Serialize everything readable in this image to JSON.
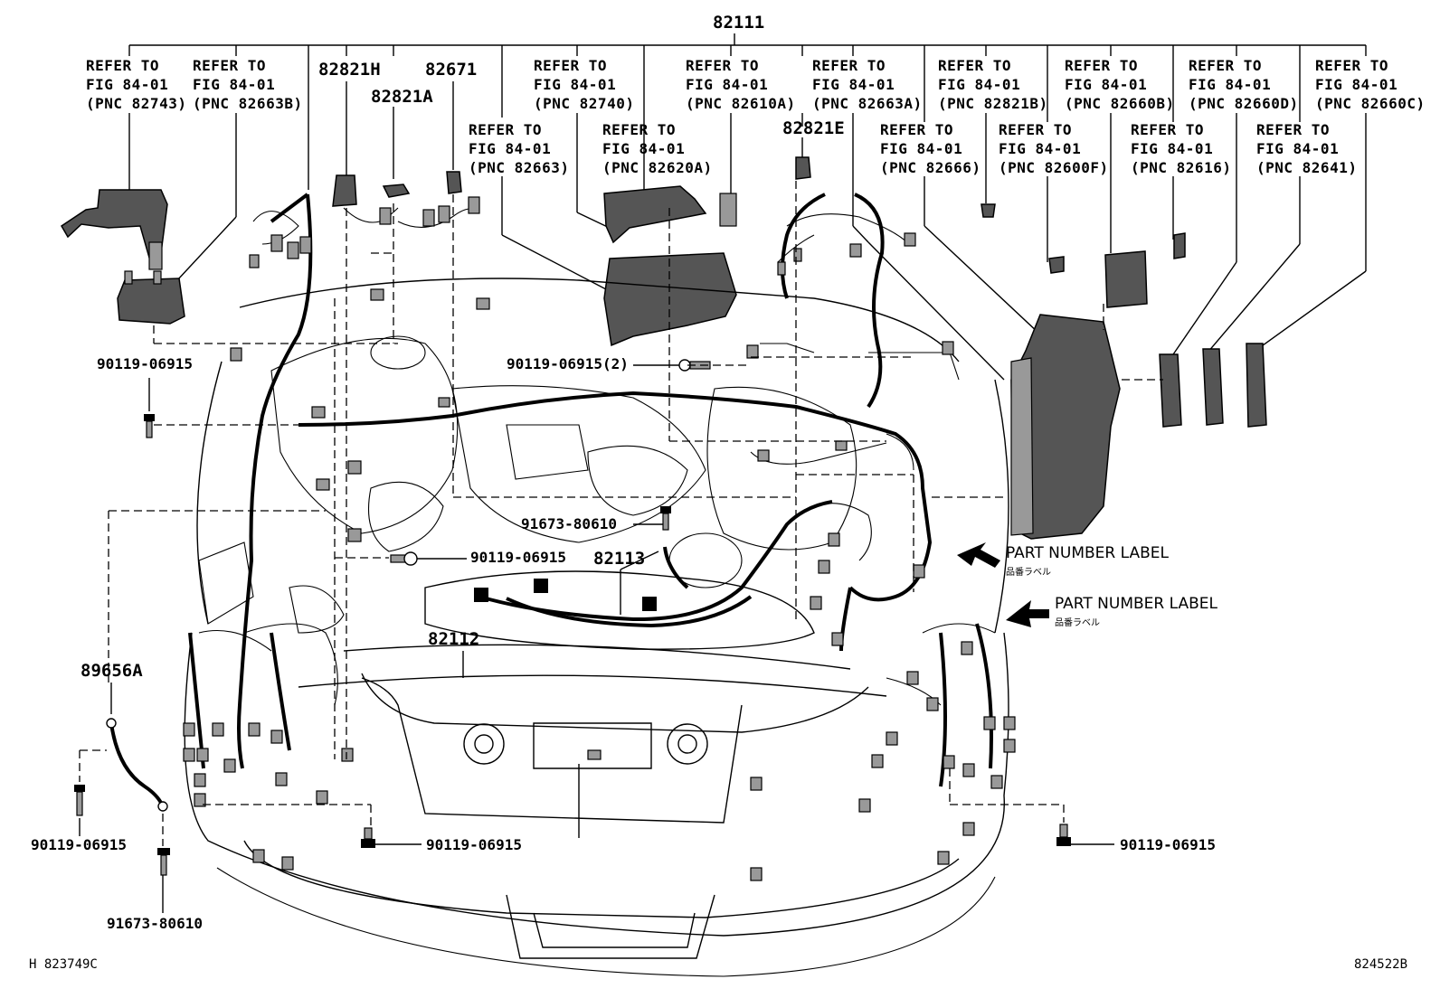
{
  "diagram": {
    "main_part": "82111",
    "refer_labels": [
      {
        "line1": "REFER TO",
        "line2": "FIG 84-01",
        "line3": "(PNC 82743)"
      },
      {
        "line1": "REFER TO",
        "line2": "FIG 84-01",
        "line3": "(PNC 82663B)"
      },
      {
        "line1": "REFER TO",
        "line2": "FIG 84-01",
        "line3": "(PNC 82740)"
      },
      {
        "line1": "REFER TO",
        "line2": "FIG 84-01",
        "line3": "(PNC 82610A)"
      },
      {
        "line1": "REFER TO",
        "line2": "FIG 84-01",
        "line3": "(PNC 82663A)"
      },
      {
        "line1": "REFER TO",
        "line2": "FIG 84-01",
        "line3": "(PNC 82821B)"
      },
      {
        "line1": "REFER TO",
        "line2": "FIG 84-01",
        "line3": "(PNC 82660B)"
      },
      {
        "line1": "REFER TO",
        "line2": "FIG 84-01",
        "line3": "(PNC 82660D)"
      },
      {
        "line1": "REFER TO",
        "line2": "FIG 84-01",
        "line3": "(PNC 82660C)"
      },
      {
        "line1": "REFER TO",
        "line2": "FIG 84-01",
        "line3": "(PNC 82663)"
      },
      {
        "line1": "REFER TO",
        "line2": "FIG 84-01",
        "line3": "(PNC 82620A)"
      },
      {
        "line1": "REFER TO",
        "line2": "FIG 84-01",
        "line3": "(PNC 82666)"
      },
      {
        "line1": "REFER TO",
        "line2": "FIG 84-01",
        "line3": "(PNC 82600F)"
      },
      {
        "line1": "REFER TO",
        "line2": "FIG 84-01",
        "line3": "(PNC 82616)"
      },
      {
        "line1": "REFER TO",
        "line2": "FIG 84-01",
        "line3": "(PNC 82641)"
      }
    ],
    "part_numbers": {
      "p82821H": "82821H",
      "p82671": "82671",
      "p82821A": "82821A",
      "p82821E": "82821E",
      "p82113": "82113",
      "p82112": "82112",
      "p89656A": "89656A"
    },
    "standard_parts": {
      "s1": "90119-06915",
      "s2": "90119-06915(2)",
      "s3": "91673-80610",
      "s4": "90119-06915",
      "s5": "90119-06915",
      "s6": "90119-06915",
      "s7": "90119-06915",
      "s8": "91673-80610"
    },
    "part_number_label": {
      "text1": "PART NUMBER LABEL",
      "jp1": "品番ラベル",
      "text2": "PART NUMBER LABEL",
      "jp2": "品番ラベル"
    },
    "footer": {
      "left_code": "H 823749C",
      "right_code": "824522B"
    }
  }
}
